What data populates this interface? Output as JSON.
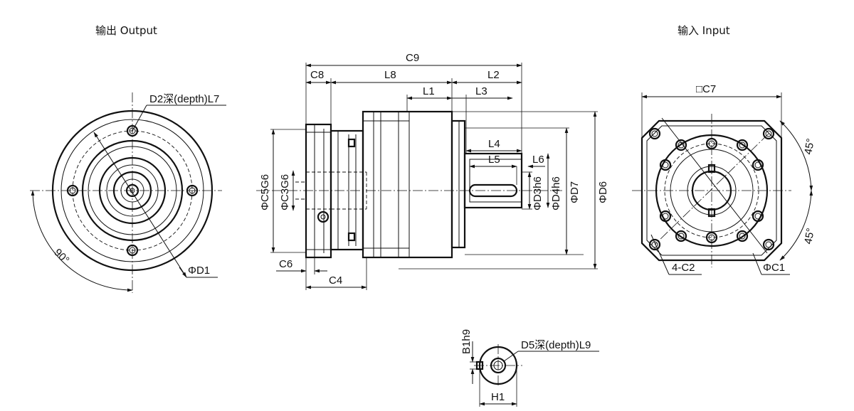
{
  "titles": {
    "output": "输出 Output",
    "input": "输入 Input"
  },
  "labels": {
    "c9": "C9",
    "c8": "C8",
    "l8": "L8",
    "l2": "L2",
    "l1": "L1",
    "l3": "L3",
    "l4": "L4",
    "l5": "L5",
    "l6": "L6",
    "c6": "C6",
    "c4": "C4",
    "c5g6": "ΦC5G6",
    "c3g6": "ΦC3G6",
    "d3h6": "ΦD3h6",
    "d4h6": "ΦD4h6",
    "d7": "ΦD7",
    "d6": "ΦD6",
    "d2": "D2深(depth)L7",
    "d1": "ΦD1",
    "angle_90": "90°",
    "c7": "□C7",
    "angle_45_top": "45°",
    "angle_45_bottom": "45°",
    "holes": "4-C2",
    "c1": "ΦC1",
    "b1h9": "B1h9",
    "d5": "D5深(depth)L9",
    "h1": "H1"
  },
  "colors": {
    "line": "#111111",
    "background": "#ffffff"
  }
}
